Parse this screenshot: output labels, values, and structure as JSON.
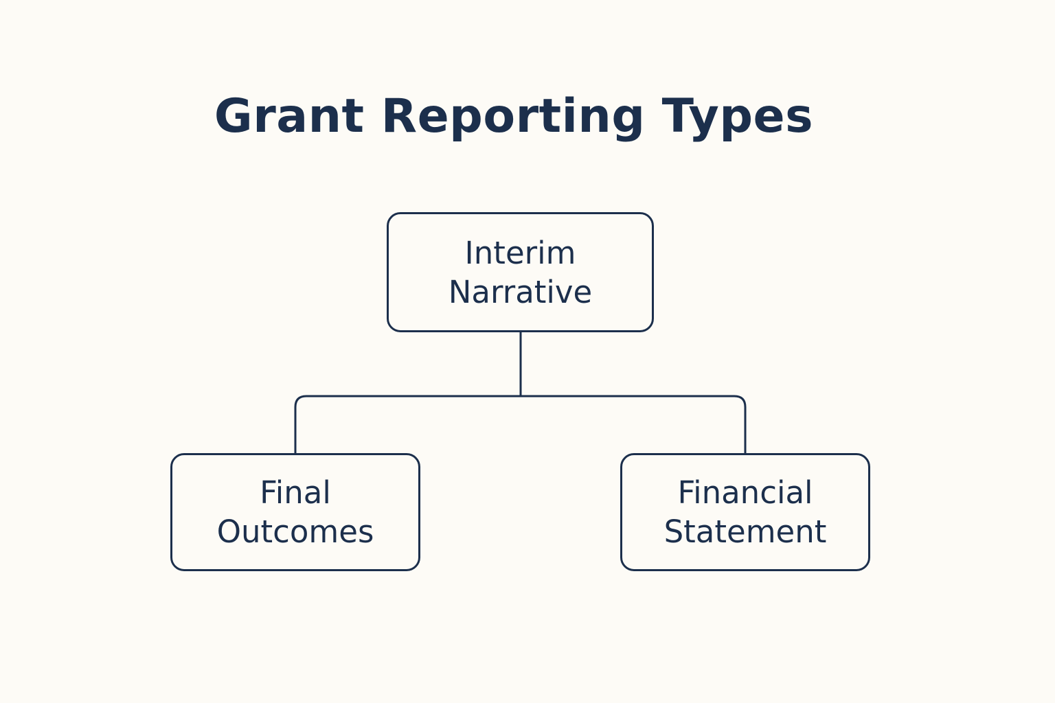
{
  "diagram": {
    "title": "Grant Reporting Types",
    "nodes": {
      "root": {
        "lines": [
          "Interim",
          "Narrative"
        ]
      },
      "left": {
        "lines": [
          "Final",
          "Outcomes"
        ]
      },
      "right": {
        "lines": [
          "Financial",
          "Statement"
        ]
      }
    },
    "edges": [
      {
        "from": "root",
        "to": "left"
      },
      {
        "from": "root",
        "to": "right"
      }
    ]
  },
  "colors": {
    "background": "#fdfbf6",
    "ink": "#1c2f4c"
  }
}
